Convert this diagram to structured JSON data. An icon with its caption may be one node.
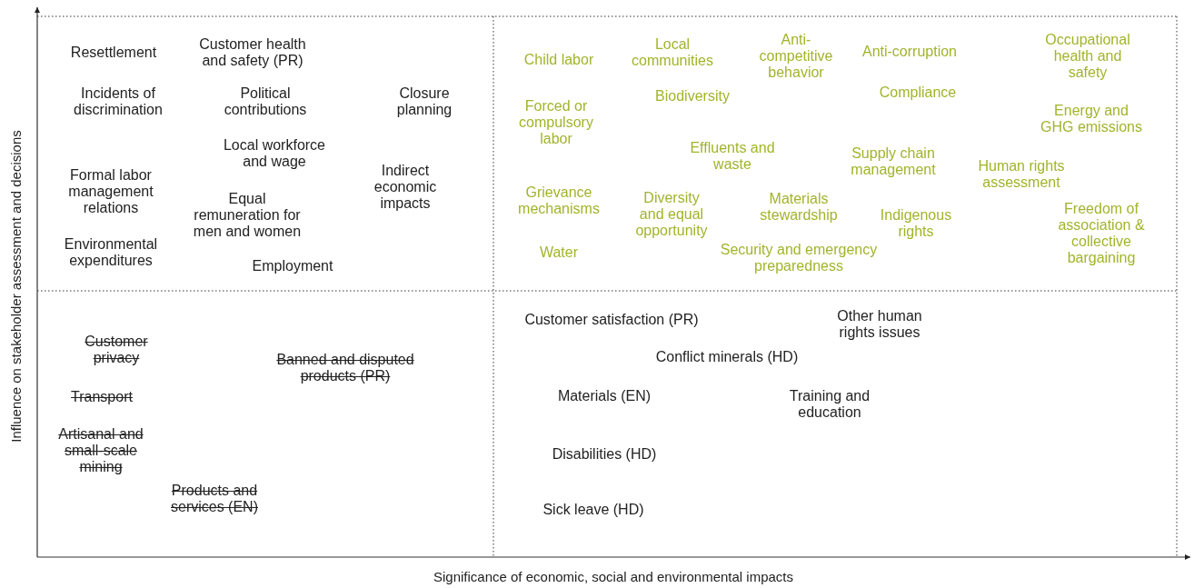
{
  "diagram": {
    "labels": [
      "Influence on stakeholder assessment and decisions",
      "Resettlement",
      "Customer health and safety (PR)",
      "Incidents of discrimination",
      "Political contributions",
      "Closure planning",
      "Local workforce and wage",
      "Formal labor management relations",
      "Equal remuneration for men and women",
      "Indirect economic impacts",
      "Environmental expenditures",
      "Employment",
      "Child labor",
      "Local communities",
      "Anti-competitive behavior",
      "Anti-corruption",
      "Occupational health and safety",
      "Biodiversity",
      "Compliance",
      "Forced or compulsory labor",
      "Energy and GHG emissions",
      "Effluents and waste",
      "Supply chain management",
      "Human rights assessment",
      "Grievance mechanisms",
      "Diversity and equal opportunity",
      "Materials stewardship",
      "Indigenous rights",
      "Freedom of association & collective bargaining",
      "Water",
      "Security and emergency preparedness",
      "Customer privacy",
      "Banned and disputed products (PR)",
      "Transport",
      "Artisanal and small-scale mining",
      "Products and services (EN)",
      "Customer satisfaction (PR)",
      "Other human rights issues",
      "Conflict minerals (HD)",
      "Materials (EN)",
      "Training and education",
      "Disabilities (HD)",
      "Sick leave (HD)",
      "Significance of economic, social and environmental impacts"
    ]
  }
}
